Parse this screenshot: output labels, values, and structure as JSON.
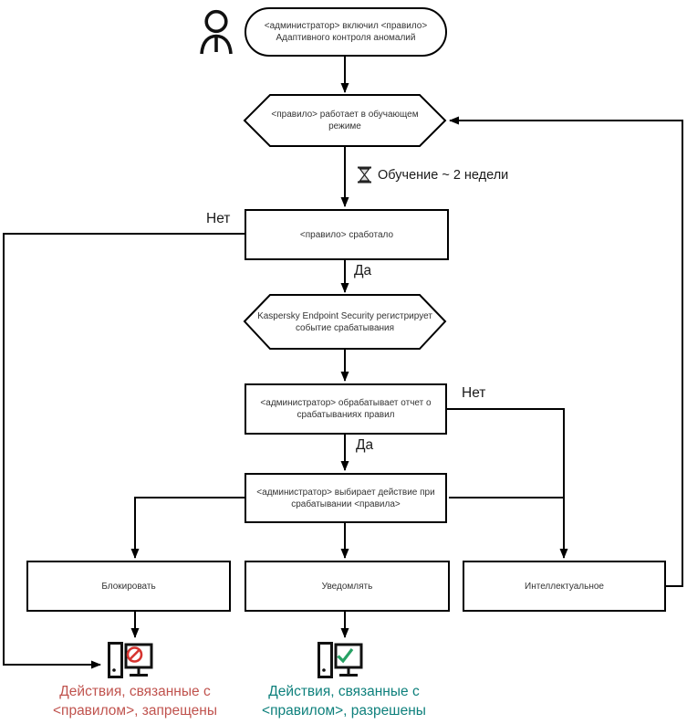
{
  "flowchart": {
    "nodes": {
      "start": {
        "line1": "<администратор> включил <правило>",
        "line2": "Адаптивного контроля аномалий"
      },
      "learning_mode": {
        "line1": "<правило> работает в обучающем",
        "line2": "режиме"
      },
      "rule_triggered": {
        "line1": "<правило> сработало"
      },
      "event_registered": {
        "line1": "Kaspersky Endpoint Security регистрирует",
        "line2": "событие срабатывания"
      },
      "report_review": {
        "line1": "<администратор> обрабатывает отчет о",
        "line2": "срабатываниях правил"
      },
      "choose_action": {
        "line1": "<администратор> выбирает действие при",
        "line2": "срабатывании <правила>"
      },
      "action_block": {
        "label": "Блокировать"
      },
      "action_notify": {
        "label": "Уведомлять"
      },
      "action_smart": {
        "label": "Интеллектуальное"
      }
    },
    "edge_labels": {
      "no_rule_triggered": "Нет",
      "yes_rule_triggered": "Да",
      "no_report": "Нет",
      "yes_report": "Да",
      "training_duration": "Обучение ~ 2 недели"
    },
    "outcomes": {
      "blocked": {
        "line1": "Действия, связанные с",
        "line2": "<правилом>, запрещены",
        "color": "#c0534e"
      },
      "allowed": {
        "line1": "Действия, связанные с",
        "line2": "<правилом>, разрешены",
        "color": "#0e807c"
      }
    },
    "icons": {
      "actor": "person-icon",
      "training": "hourglass-icon",
      "blocked_pc": "computer-blocked-icon",
      "allowed_pc": "computer-allowed-icon"
    },
    "colors": {
      "line": "#000000",
      "node_text": "#333333",
      "prohibition_badge": "#d63430",
      "check_badge": "#27a164"
    }
  }
}
